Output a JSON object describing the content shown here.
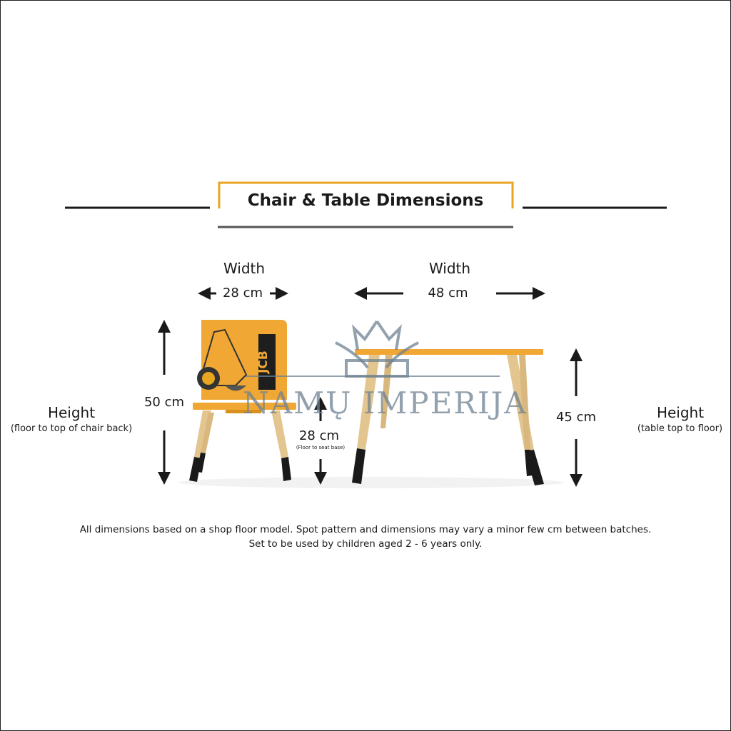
{
  "title": "Chair & Table Dimensions",
  "chair": {
    "width_label": "Width",
    "width_value": "28 cm",
    "height_value": "50 cm",
    "seat_height_value": "28 cm",
    "seat_height_note": "(Floor to seat base)",
    "height_label": "Height",
    "height_note": "(floor to top of chair back)",
    "brand": "JCB"
  },
  "table": {
    "width_label": "Width",
    "width_value": "48 cm",
    "height_value": "45 cm",
    "height_label": "Height",
    "height_note": "(table top to floor)"
  },
  "notes": [
    "All dimensions based on a shop floor model. Spot pattern and dimensions may vary a minor few cm between batches.",
    "Set to be used by children aged 2 - 6 years only."
  ],
  "watermark": "NAMŲ IMPERIJA",
  "colors": {
    "accent": "#e8a521",
    "chair": "#f0a733",
    "wood": "#e3c58f",
    "tip": "#1a1a1a"
  }
}
